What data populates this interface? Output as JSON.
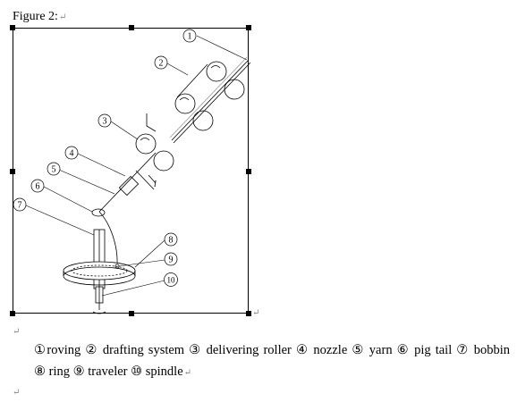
{
  "figure_title": "Figure 2:",
  "paragraph_mark": "↵",
  "callouts": [
    "1",
    "2",
    "3",
    "4",
    "5",
    "6",
    "7",
    "8",
    "9",
    "10"
  ],
  "spacing_label": "l",
  "caption": {
    "items": [
      "①roving",
      "② drafting system",
      "③ delivering roller",
      "④ nozzle",
      "⑤ yarn",
      "⑥ pig tail",
      "⑦ bobbin",
      "⑧ ring",
      "⑨ traveler",
      "⑩ spindle"
    ]
  }
}
